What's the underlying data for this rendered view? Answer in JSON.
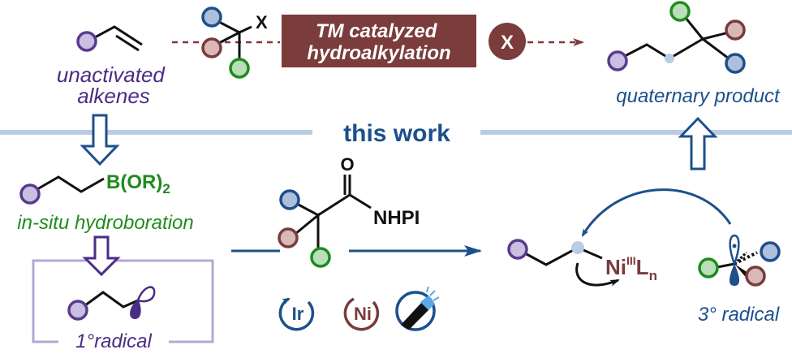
{
  "colors": {
    "purple": "#4a2c86",
    "blue": "#1d4f8b",
    "brown": "#7a3b3b",
    "green": "#1e8c1e",
    "band": "#b8cde3",
    "box": "#b3a8d3"
  },
  "top": {
    "alkene_label_line1": "unactivated",
    "alkene_label_line2": "alkenes",
    "halide_leaving_group": "X",
    "method_box_line1": "TM catalyzed",
    "method_box_line2": "hydroalkylation",
    "blocked_symbol": "X",
    "product_label": "quaternary product"
  },
  "divider": {
    "label": "this work"
  },
  "left": {
    "boronate_group": "B(OR)",
    "boronate_subscript": "2",
    "hydroboration_label": "in-situ hydroboration",
    "radical_label": "1°radical"
  },
  "middle": {
    "carbonyl_oxygen": "O",
    "amide_group": "NHPI",
    "catalyst_ir": "Ir",
    "catalyst_ni": "Ni",
    "light_source_icon": "led-lamp-icon"
  },
  "right": {
    "nickel_symbol": "Ni",
    "nickel_oxidation_state": "III",
    "ligand_symbol": "L",
    "ligand_subscript": "n",
    "radical_label": "3° radical"
  }
}
